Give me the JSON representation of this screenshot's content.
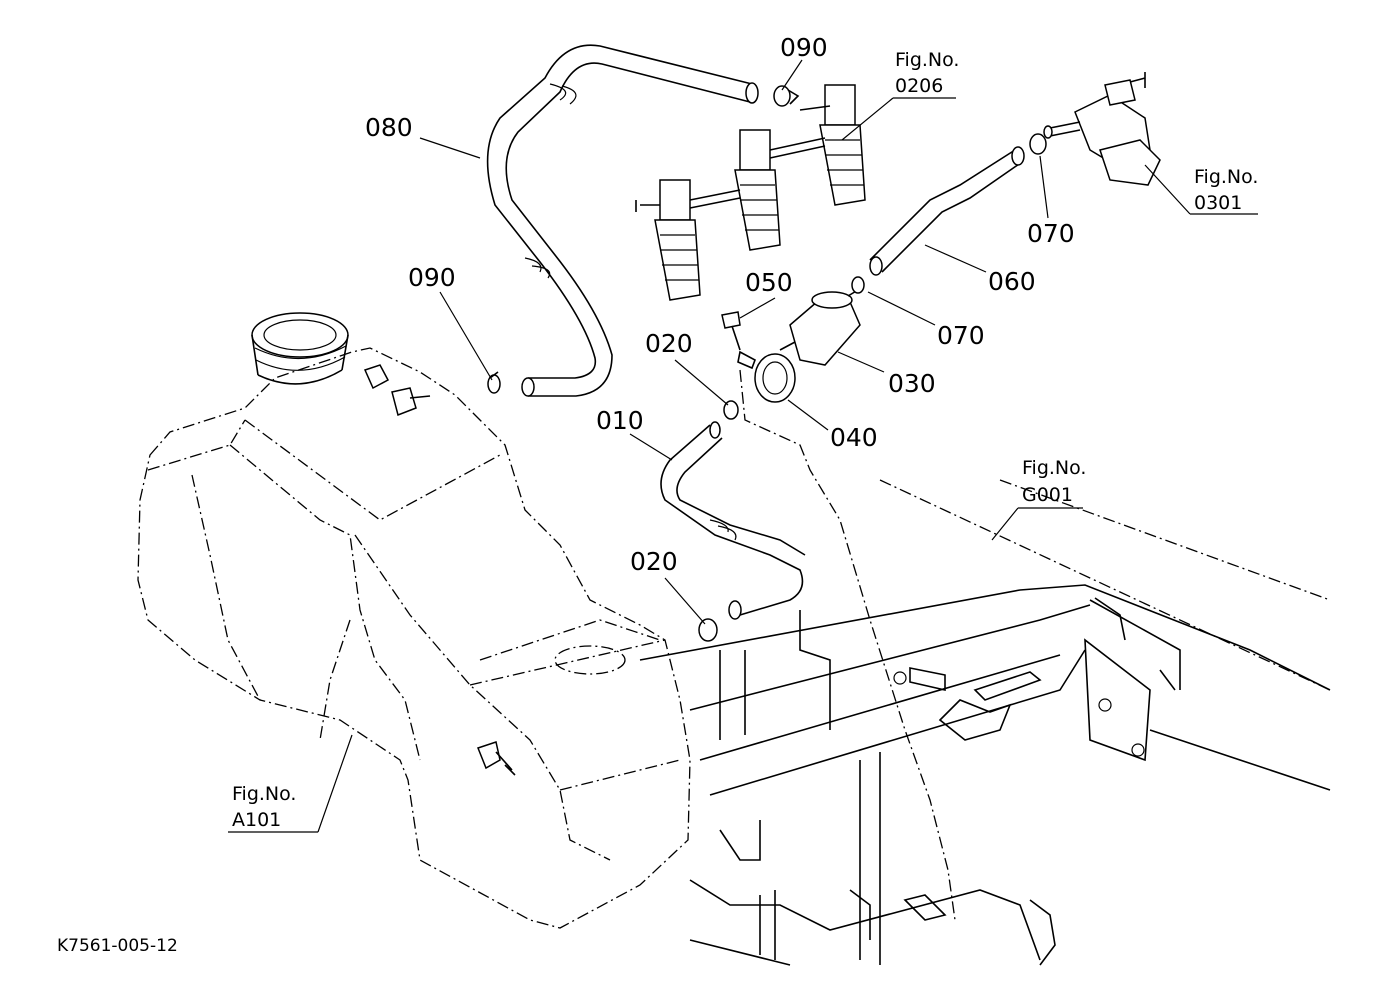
{
  "parts": {
    "p010": "010",
    "p020a": "020",
    "p020b": "020",
    "p030": "030",
    "p040": "040",
    "p050": "050",
    "p060": "060",
    "p070a": "070",
    "p070b": "070",
    "p080": "080",
    "p090a": "090",
    "p090b": "090"
  },
  "figrefs": {
    "fig0206": {
      "label": "Fig.No.",
      "number": "0206"
    },
    "fig0301": {
      "label": "Fig.No.",
      "number": "0301"
    },
    "figG001": {
      "label": "Fig.No.",
      "number": "G001"
    },
    "figA101": {
      "label": "Fig.No.",
      "number": "A101"
    }
  },
  "drawing_code": "K7561-005-12"
}
